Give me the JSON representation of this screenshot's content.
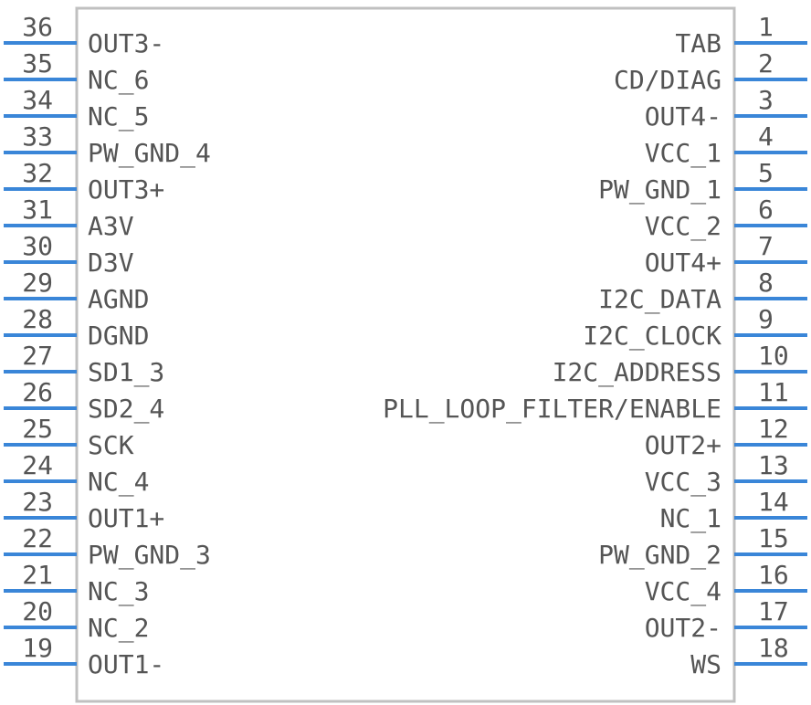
{
  "diagram": {
    "colors": {
      "body_stroke": "#c0c0c0",
      "pin": "#3a86d8",
      "text": "#555555"
    },
    "left_pins": [
      {
        "number": "36",
        "name": "OUT3-"
      },
      {
        "number": "35",
        "name": "NC_6"
      },
      {
        "number": "34",
        "name": "NC_5"
      },
      {
        "number": "33",
        "name": "PW_GND_4"
      },
      {
        "number": "32",
        "name": "OUT3+"
      },
      {
        "number": "31",
        "name": "A3V"
      },
      {
        "number": "30",
        "name": "D3V"
      },
      {
        "number": "29",
        "name": "AGND"
      },
      {
        "number": "28",
        "name": "DGND"
      },
      {
        "number": "27",
        "name": "SD1_3"
      },
      {
        "number": "26",
        "name": "SD2_4"
      },
      {
        "number": "25",
        "name": "SCK"
      },
      {
        "number": "24",
        "name": "NC_4"
      },
      {
        "number": "23",
        "name": "OUT1+"
      },
      {
        "number": "22",
        "name": "PW_GND_3"
      },
      {
        "number": "21",
        "name": "NC_3"
      },
      {
        "number": "20",
        "name": "NC_2"
      },
      {
        "number": "19",
        "name": "OUT1-"
      }
    ],
    "right_pins": [
      {
        "number": "1",
        "name": "TAB"
      },
      {
        "number": "2",
        "name": "CD/DIAG"
      },
      {
        "number": "3",
        "name": "OUT4-"
      },
      {
        "number": "4",
        "name": "VCC_1"
      },
      {
        "number": "5",
        "name": "PW_GND_1"
      },
      {
        "number": "6",
        "name": "VCC_2"
      },
      {
        "number": "7",
        "name": "OUT4+"
      },
      {
        "number": "8",
        "name": "I2C_DATA"
      },
      {
        "number": "9",
        "name": "I2C_CLOCK"
      },
      {
        "number": "10",
        "name": "I2C_ADDRESS"
      },
      {
        "number": "11",
        "name": "PLL_LOOP_FILTER/ENABLE"
      },
      {
        "number": "12",
        "name": "OUT2+"
      },
      {
        "number": "13",
        "name": "VCC_3"
      },
      {
        "number": "14",
        "name": "NC_1"
      },
      {
        "number": "15",
        "name": "PW_GND_2"
      },
      {
        "number": "16",
        "name": "VCC_4"
      },
      {
        "number": "17",
        "name": "OUT2-"
      },
      {
        "number": "18",
        "name": "WS"
      }
    ]
  }
}
